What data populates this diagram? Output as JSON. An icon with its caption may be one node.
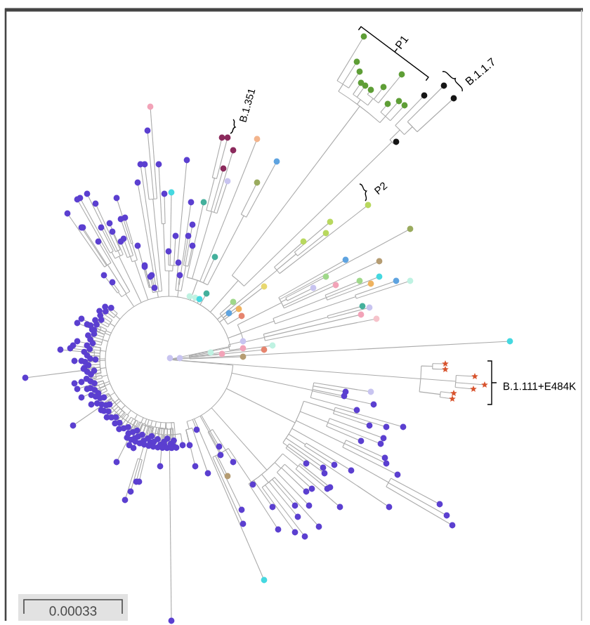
{
  "diagram": {
    "labels": [
      "P1",
      "B.1.1.7",
      "B.1.351",
      "P2",
      "B.1.111+E484K",
      "0.00033"
    ]
  }
}
